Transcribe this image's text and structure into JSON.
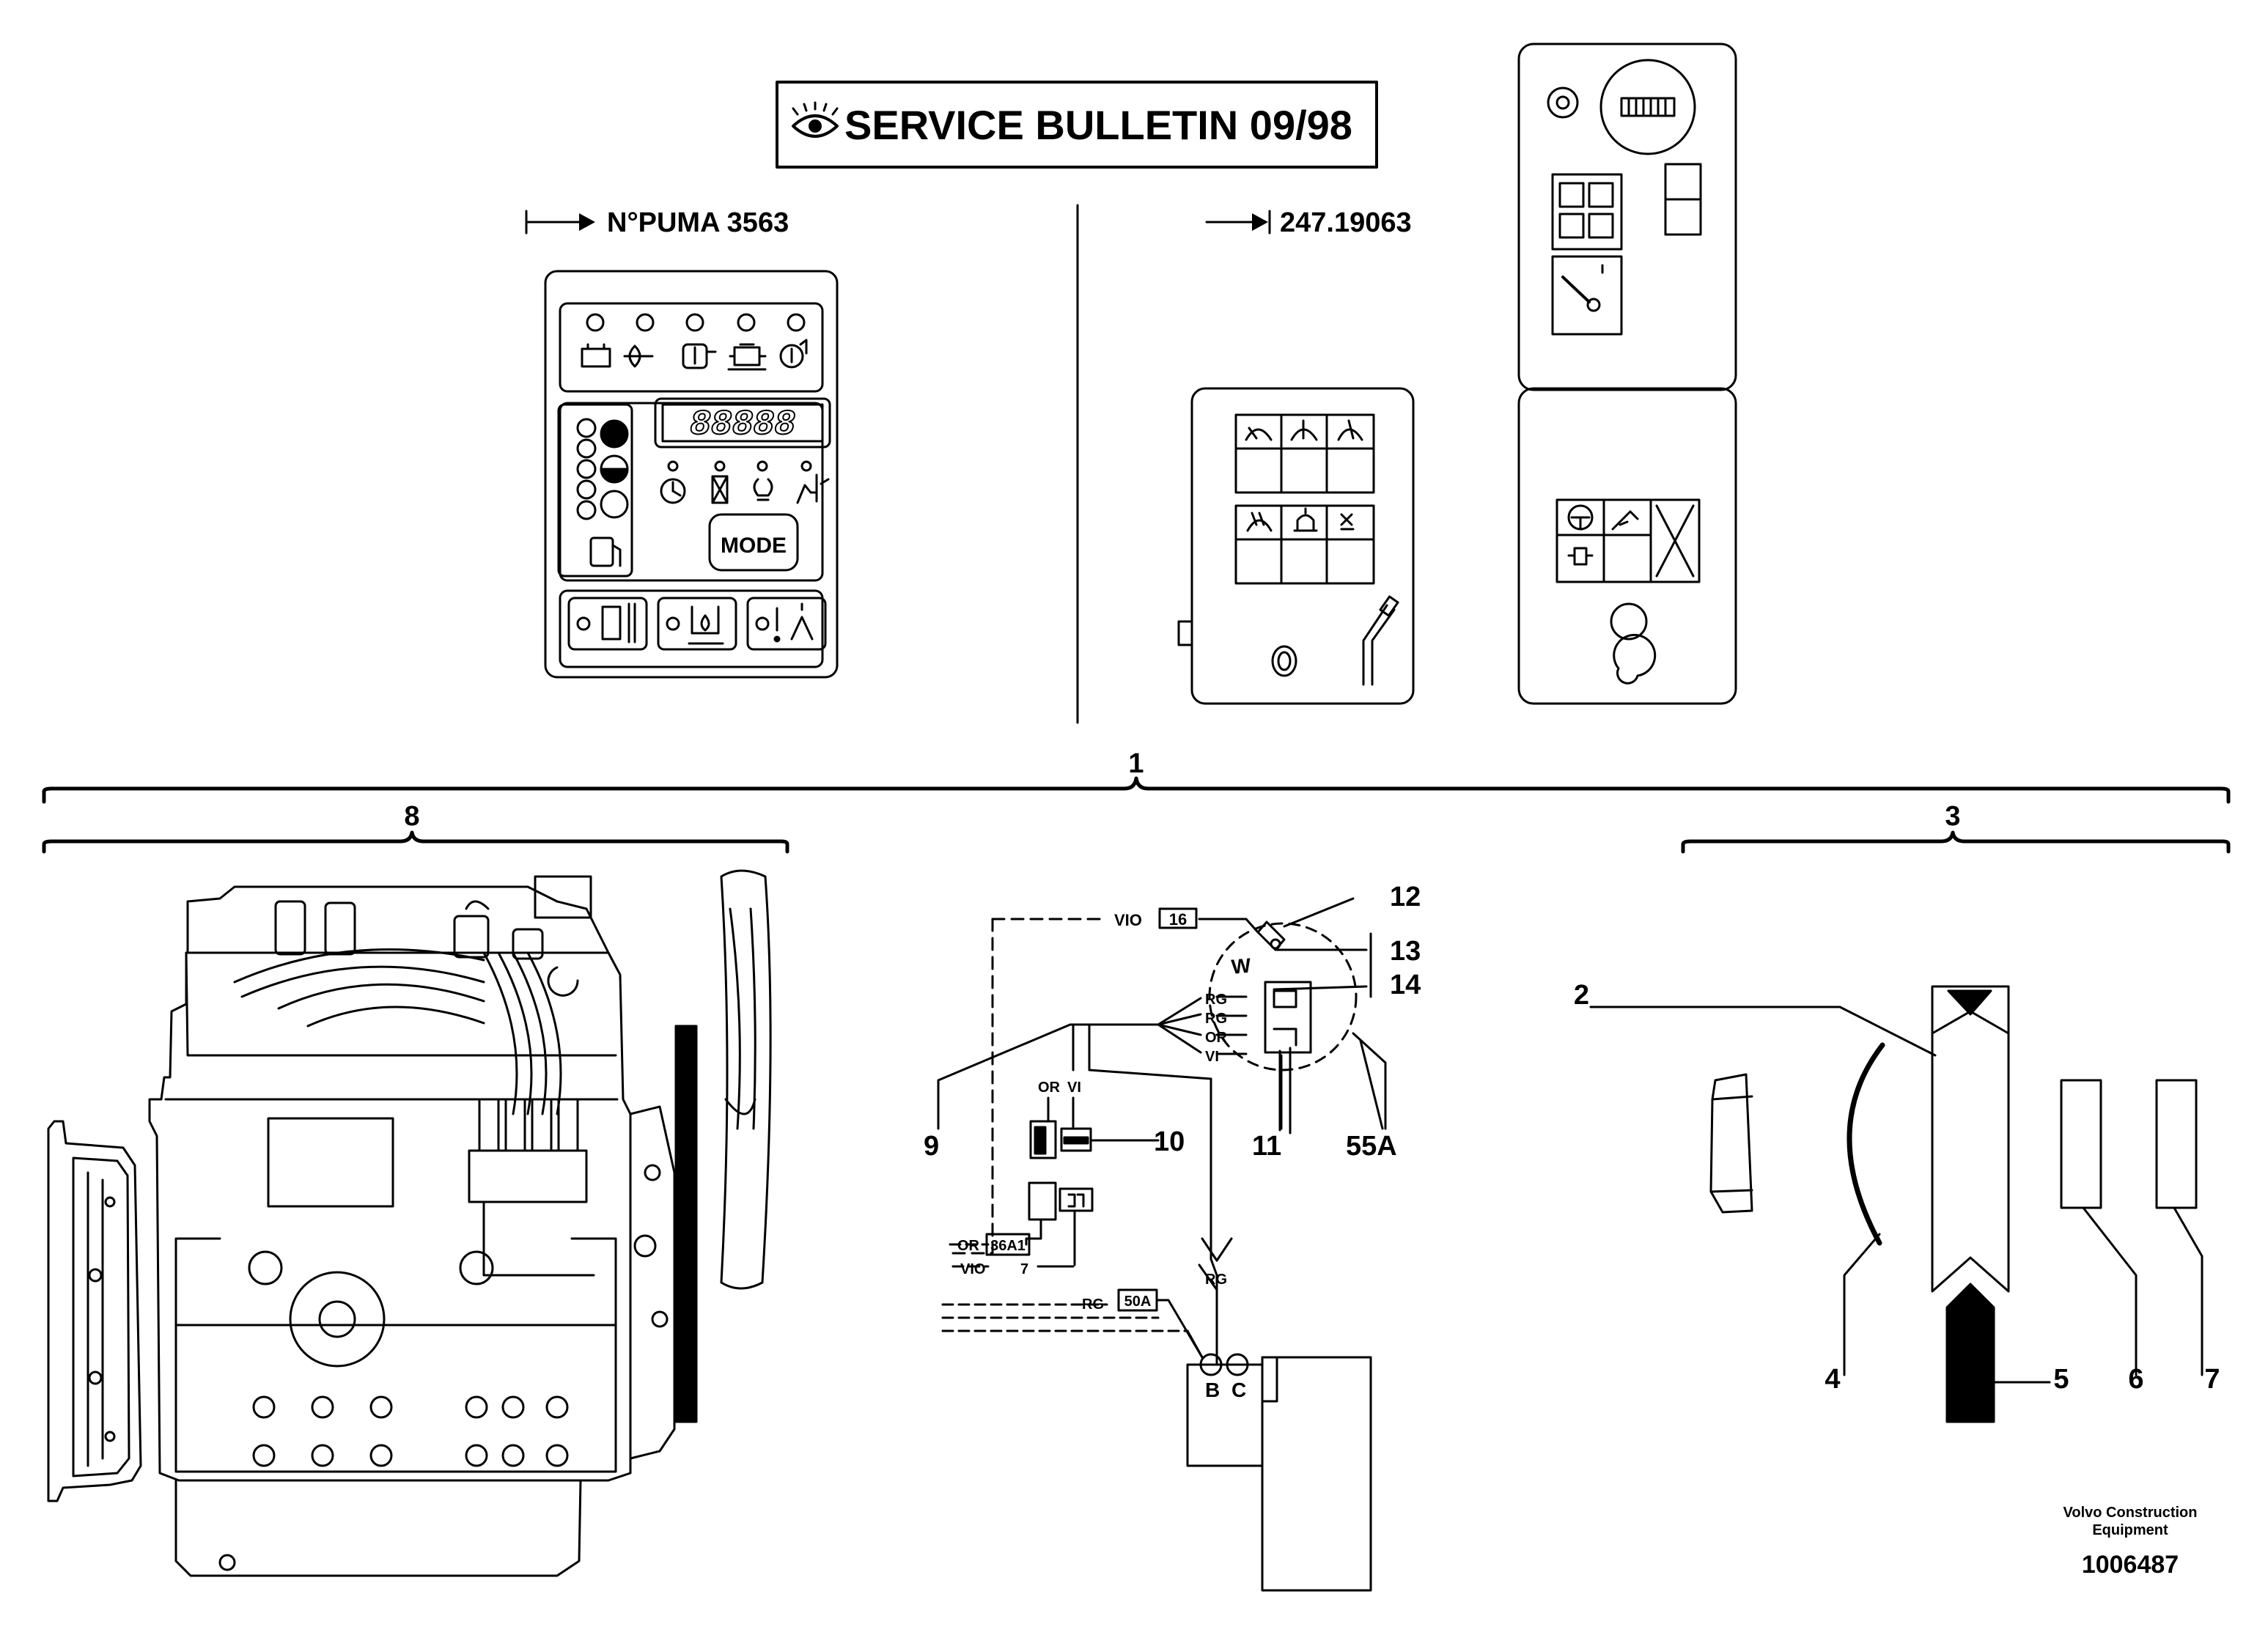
{
  "header": {
    "title": "SERVICE BULLETIN 09/98",
    "left_serial": "N°PUMA 3563",
    "right_serial": "247.19063"
  },
  "panel_left": {
    "display": "88888",
    "mode_button": "MODE"
  },
  "callouts": {
    "c1": "1",
    "c2": "2",
    "c3": "3",
    "c4": "4",
    "c5": "5",
    "c6": "6",
    "c7": "7",
    "c8": "8",
    "c9": "9",
    "c10": "10",
    "c11": "11",
    "c12": "12",
    "c13": "13",
    "c14": "14",
    "c55a": "55A"
  },
  "wiring": {
    "vio16_label": "VIO",
    "vio16_ref": "16",
    "w_label": "W",
    "rg1": "RG",
    "rg2": "RG",
    "or_pin": "OR",
    "vi_pin": "VI",
    "or_top": "OR",
    "vi_top": "VI",
    "or_36a1_label": "OR",
    "or_36a1_ref": "36A1",
    "vio7_label": "VIO",
    "vio7_ref": "7",
    "rg50a_label": "RG",
    "rg50a_ref": "50A",
    "rg_down": "RG",
    "term_b": "B",
    "term_c": "C"
  },
  "footer": {
    "company_line1": "Volvo Construction",
    "company_line2": "Equipment",
    "drawing_number": "1006487"
  }
}
